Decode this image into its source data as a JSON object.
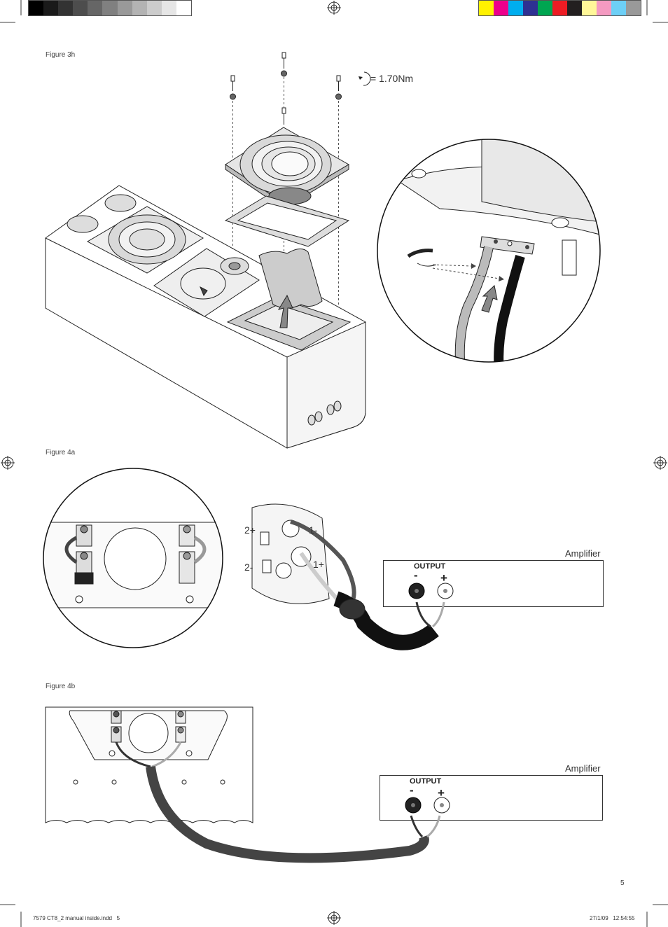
{
  "figures": {
    "fig3h": {
      "caption": "Figure 3h",
      "torque": "= 1.70Nm"
    },
    "fig4a": {
      "caption": "Figure 4a",
      "terminals": {
        "t2plus": "2+",
        "t1minus": "1-",
        "t2minus": "2-",
        "t1plus": "1+"
      },
      "amplifier": {
        "title": "Amplifier",
        "output": "OUTPUT",
        "minus": "-",
        "plus": "+"
      }
    },
    "fig4b": {
      "caption": "Figure 4b",
      "amplifier": {
        "title": "Amplifier",
        "output": "OUTPUT",
        "minus": "-",
        "plus": "+"
      }
    }
  },
  "page_number": "5",
  "footer": {
    "file": "7579 CT8_2 manual inside.indd   5",
    "timestamp": "27/1/09   12:54:55"
  },
  "colors": {
    "gray_scale": [
      "#000000",
      "#1a1a1a",
      "#333333",
      "#4d4d4d",
      "#666666",
      "#808080",
      "#999999",
      "#b3b3b3",
      "#cccccc",
      "#e6e6e6",
      "#ffffff"
    ],
    "color_bar": [
      "#fff200",
      "#ec008c",
      "#00aeef",
      "#2e3192",
      "#00a651",
      "#ed1c24",
      "#231f20",
      "#fff799",
      "#f49ac1",
      "#6dcff6",
      "#999999"
    ]
  }
}
